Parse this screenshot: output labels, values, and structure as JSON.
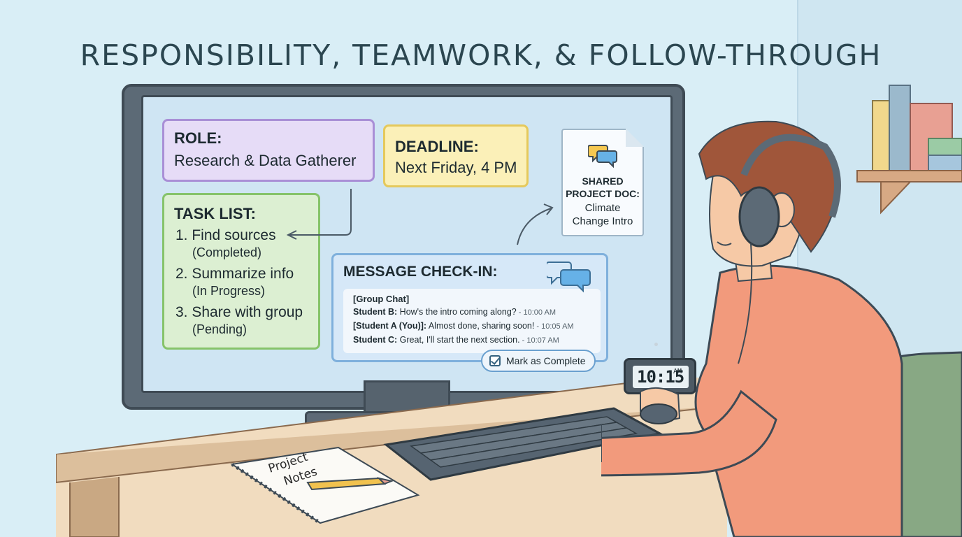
{
  "title": "RESPONSIBILITY, TEAMWORK, & FOLLOW-THROUGH",
  "role": {
    "heading": "ROLE:",
    "value": "Research & Data Gatherer"
  },
  "deadline": {
    "heading": "DEADLINE:",
    "value": "Next Friday, 4 PM"
  },
  "tasks": {
    "heading": "TASK LIST:",
    "items": [
      {
        "label": "1. Find sources",
        "status": "(Completed)"
      },
      {
        "label": "2. Summarize info",
        "status": "(In Progress)"
      },
      {
        "label": "3. Share with group",
        "status": "(Pending)"
      }
    ]
  },
  "shared_doc": {
    "heading_line1": "SHARED",
    "heading_line2": "PROJECT DOC:",
    "title_line1": "Climate",
    "title_line2": "Change Intro"
  },
  "message": {
    "heading": "MESSAGE CHECK-IN:",
    "chat_title": "[Group Chat]",
    "lines": [
      {
        "sender": "Student B:",
        "text": " How's the intro coming along?",
        "time": " - 10:00 AM"
      },
      {
        "sender": "[Student A (You)]:",
        "text": " Almost done, sharing soon!",
        "time": " - 10:05 AM"
      },
      {
        "sender": "Student C:",
        "text": " Great, I'll start the next section.",
        "time": " - 10:07 AM"
      }
    ]
  },
  "complete_button": {
    "label": "Mark as Complete"
  },
  "clock": {
    "time": "10:15",
    "ampm": "AM"
  },
  "notebook": {
    "line1": "Project",
    "line2": "Notes"
  },
  "colors": {
    "role_bg": "#e6dcf7",
    "deadline_bg": "#fbf0b8",
    "task_bg": "#dcefd2",
    "message_bg": "#d6e8f8",
    "hoodie": "#f29a7c",
    "chair": "#7fa37c"
  },
  "icons": [
    "chat-bubbles-icon",
    "checkbox-icon",
    "document-icon",
    "arrow-icon"
  ]
}
